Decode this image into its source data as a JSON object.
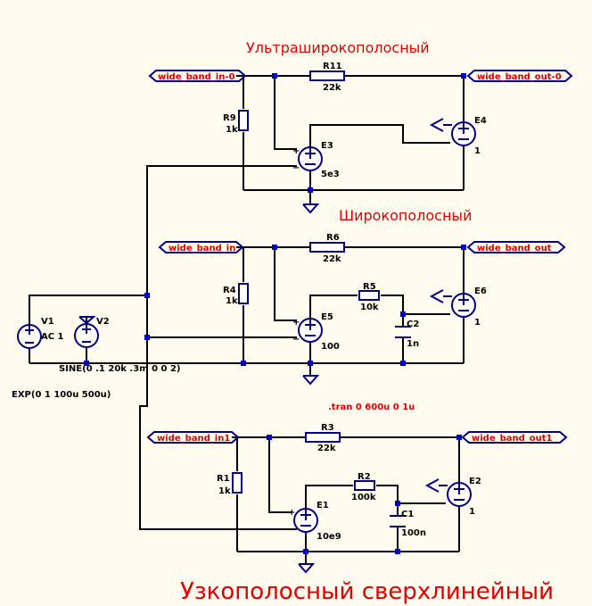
{
  "titles": {
    "ultra": "Ультраширокополосный",
    "wide": "Широкополосный",
    "narrow": "Узкополосный сверхлинейный"
  },
  "flags": {
    "in0": "wide_band_in-0",
    "out0": "wide_band_out-0",
    "in": "wide_band_in",
    "out": "wide_band_out",
    "in1": "wide_band_in1",
    "out1": "wide_band_out1"
  },
  "components": {
    "R11": {
      "name": "R11",
      "value": "22k"
    },
    "R9": {
      "name": "R9",
      "value": "1k"
    },
    "E3": {
      "name": "E3",
      "value": "5e3"
    },
    "E4": {
      "name": "E4",
      "value": "1"
    },
    "R6": {
      "name": "R6",
      "value": "22k"
    },
    "R4": {
      "name": "R4",
      "value": "1k"
    },
    "R5": {
      "name": "R5",
      "value": "10k"
    },
    "C2": {
      "name": "C2",
      "value": "1n"
    },
    "E5": {
      "name": "E5",
      "value": "100"
    },
    "E6": {
      "name": "E6",
      "value": "1"
    },
    "R3": {
      "name": "R3",
      "value": "22k"
    },
    "R1": {
      "name": "R1",
      "value": "1k"
    },
    "R2": {
      "name": "R2",
      "value": "100k"
    },
    "C1": {
      "name": "C1",
      "value": "100n"
    },
    "E1": {
      "name": "E1",
      "value": "10e9"
    },
    "E2": {
      "name": "E2",
      "value": "1"
    },
    "V1": {
      "name": "V1",
      "value": "AC 1"
    },
    "V2": {
      "name": "V2",
      "value": "SINE(0 .1 20k .3m 0 0 2)"
    }
  },
  "directives": {
    "exp": "EXP(0 1 100u 500u)",
    "tran": ".tran 0 600u 0 1u"
  },
  "colors": {
    "background": "#fffbef",
    "wire": "#000000",
    "component": "#000080",
    "junction": "#0000c8",
    "title": "#e00000"
  }
}
